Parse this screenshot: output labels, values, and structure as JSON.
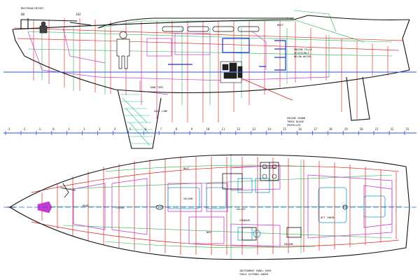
{
  "drawing": {
    "title": "",
    "colors": {
      "hull": "#111111",
      "stations": "#d8231f",
      "waterlines": "#2a55d6",
      "structure": "#22b04a",
      "accommodation": "#c43ccf",
      "furniture": "#1a9bd1",
      "blue_parts": "#1c2fd0",
      "hatching": "#2fbf8a",
      "guides": "#c8a000",
      "background": "#ffffff"
    },
    "profile": {
      "top_left_label": "MASTHEAD/HEIGHT",
      "left_marker": "00",
      "right_marker": "162",
      "label_trunk": "TANK TOPS",
      "label_floor": "SOLE LINE",
      "label_mast": "MAST",
      "engine_note": [
        "ENGINE SHOWN",
        "THREE BLADE",
        "PROPELLER"
      ],
      "notes_right": [
        "ENGINE FULLY",
        "ACCESSIBLE",
        "BELOW WATER"
      ]
    },
    "station_scale": {
      "ticks": [
        "-3",
        "-2",
        "-1",
        "0",
        "1",
        "2",
        "3",
        "4",
        "5",
        "6",
        "7",
        "8",
        "9",
        "10",
        "11",
        "12",
        "13",
        "14",
        "15",
        "16",
        "17",
        "18",
        "19",
        "20",
        "21",
        "22",
        "23"
      ]
    },
    "plan": {
      "labels": {
        "mast": "MAST",
        "saloon": "SALOON",
        "galley": "GALLEY",
        "nav": "NAV",
        "head": "HEAD",
        "stowage": "STOWAGE",
        "aft_cabin": "AFT CABIN",
        "engine": "ENGINE",
        "chain_locker": "CHAIN"
      },
      "bottom_note": [
        "INSTRUMENT PANEL OVER",
        "TABLE EXTENDS UNDER"
      ]
    }
  }
}
